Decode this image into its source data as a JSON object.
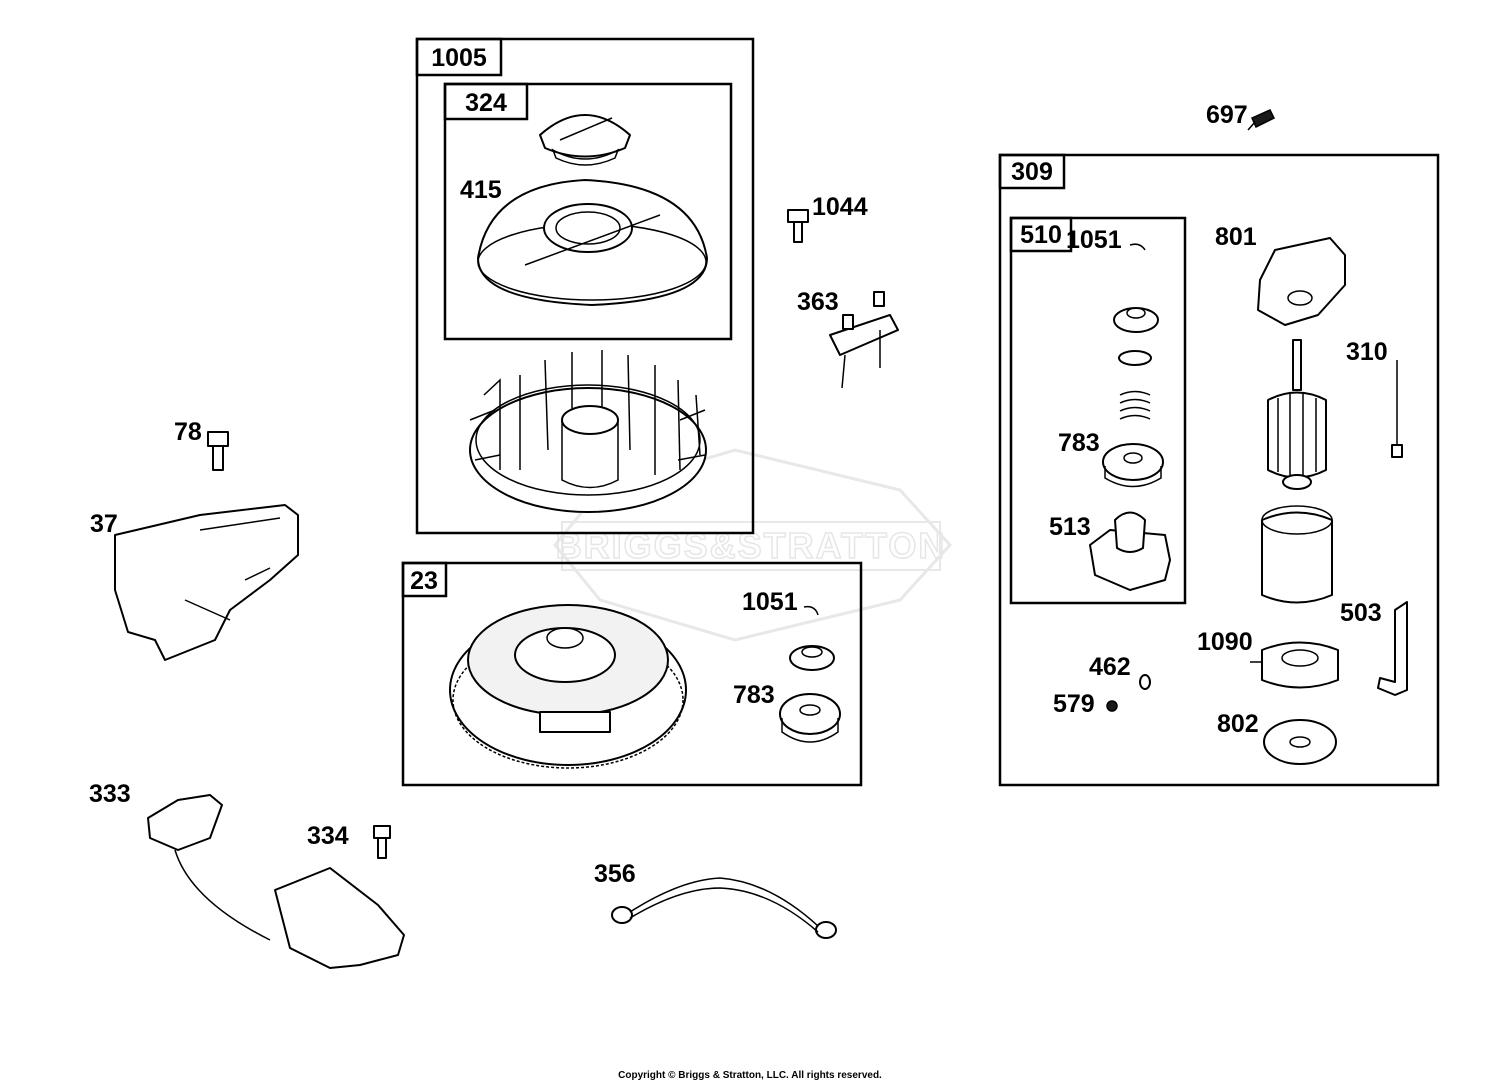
{
  "watermark": "BRIGGS&STRATTON",
  "copyright": "Copyright © Briggs & Stratton, LLC. All rights reserved.",
  "boxes": {
    "b1005": "1005",
    "b324": "324",
    "b23": "23",
    "b309": "309",
    "b510": "510"
  },
  "parts": {
    "p415": "415",
    "p1044": "1044",
    "p363": "363",
    "p78": "78",
    "p37": "37",
    "p1051a": "1051",
    "p783a": "783",
    "p333": "333",
    "p334": "334",
    "p356": "356",
    "p697": "697",
    "p1051b": "1051",
    "p801": "801",
    "p310": "310",
    "p783b": "783",
    "p513": "513",
    "p503": "503",
    "p1090": "1090",
    "p462": "462",
    "p579": "579",
    "p802": "802"
  }
}
